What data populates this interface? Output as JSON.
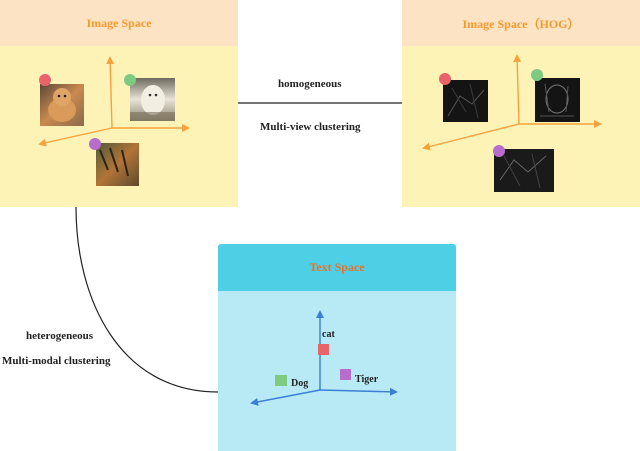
{
  "panels": {
    "image_space": {
      "title": "Image Space"
    },
    "hog_space": {
      "title": "Image Space（HOG）"
    },
    "text_space": {
      "title": "Text Space"
    }
  },
  "links": {
    "homogeneous_label": "homogeneous",
    "multiview_label": "Multi-view clustering",
    "heterogeneous_label": "heterogeneous",
    "multimodal_label": "Multi-modal clustering"
  },
  "text_points": {
    "cat": "cat",
    "dog": "Dog",
    "tiger": "Tiger"
  },
  "colors": {
    "orange": "#f59a2f",
    "red": "#e8636a",
    "green": "#7ccb80",
    "purple": "#b86ccd",
    "axis": "#3a7fd5"
  },
  "thumbnails": [
    {
      "icon": "cat-photo-icon"
    },
    {
      "icon": "dog-photo-icon"
    },
    {
      "icon": "tiger-photo-icon"
    }
  ]
}
